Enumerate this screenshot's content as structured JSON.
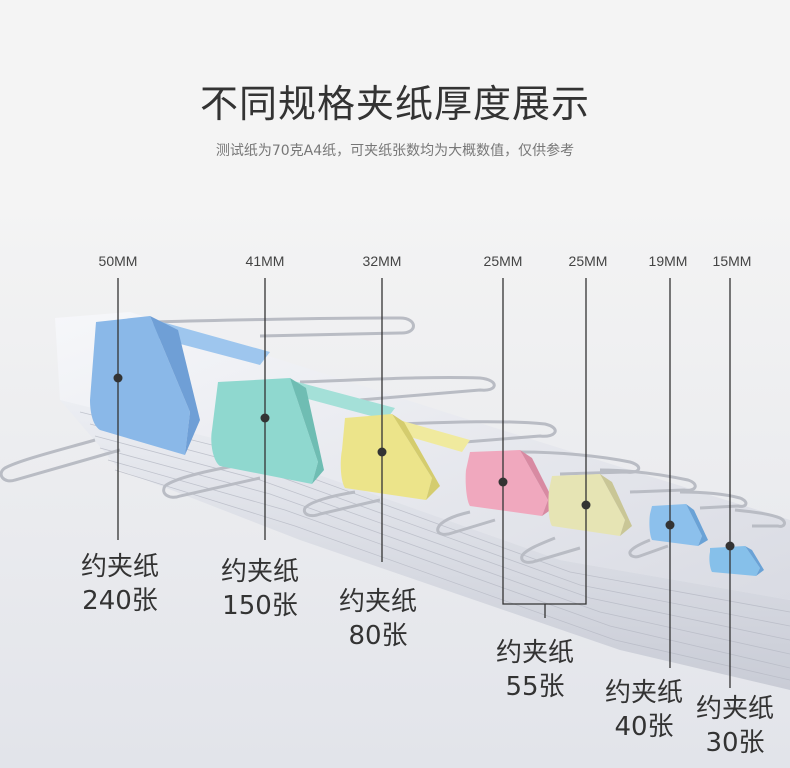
{
  "header": {
    "title": "不同规格夹纸厚度展示",
    "subtitle": "测试纸为70克A4纸，可夹纸张数均为大概数值，仅供参考"
  },
  "clips": [
    {
      "size": "50MM",
      "caption": "约夹纸",
      "count": "240张",
      "color": "#8ab8e8"
    },
    {
      "size": "41MM",
      "caption": "约夹纸",
      "count": "150张",
      "color": "#8fd8cf"
    },
    {
      "size": "32MM",
      "caption": "约夹纸",
      "count": "80张",
      "color": "#ece48a"
    },
    {
      "size": "25MM",
      "caption": "约夹纸",
      "count": "55张",
      "color": "#f0a8be"
    },
    {
      "size": "25MM",
      "color": "#e6e4b4"
    },
    {
      "size": "19MM",
      "caption": "约夹纸",
      "count": "40张",
      "color": "#8cc0ec"
    },
    {
      "size": "15MM",
      "caption": "约夹纸",
      "count": "30张",
      "color": "#86c0ea"
    }
  ]
}
